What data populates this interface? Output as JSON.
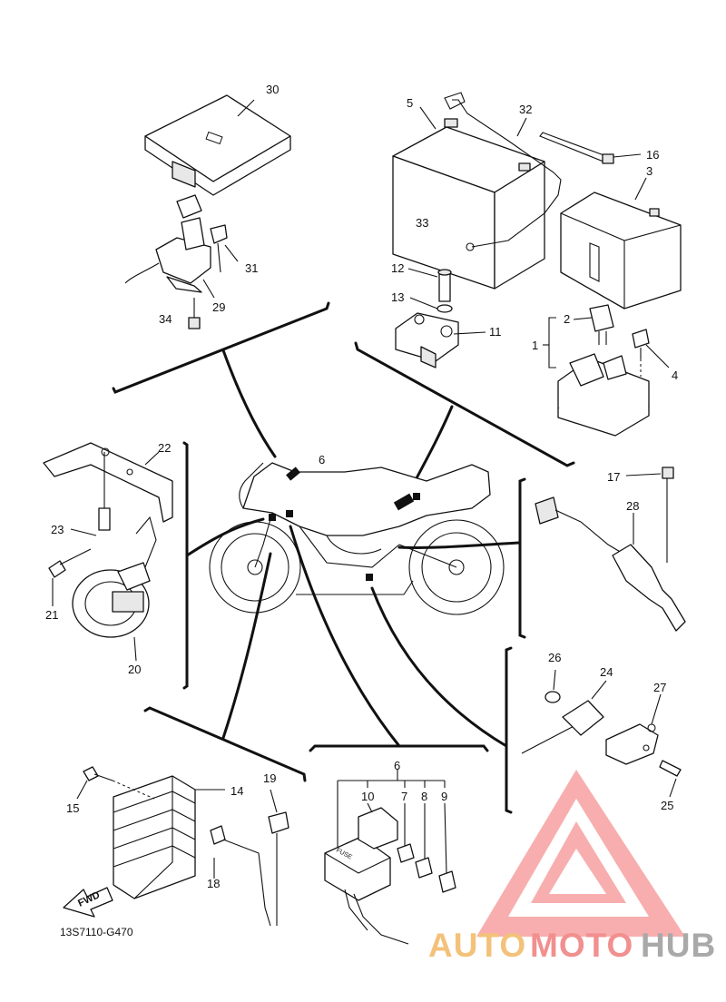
{
  "diagram_code": "13S7110-G470",
  "fwd_label": "FWD",
  "fuse_label": "FUSE",
  "watermark": {
    "part1": "AUTO",
    "part2": "MOTO",
    "part3": "HUB",
    "color1": "#f3c27a",
    "color2": "#f28f8f",
    "color3": "#a9a9a9"
  },
  "callouts": {
    "c1": "1",
    "c2": "2",
    "c3": "3",
    "c4": "4",
    "c5": "5",
    "c6a": "6",
    "c6b": "6",
    "c7": "7",
    "c8": "8",
    "c9": "9",
    "c10": "10",
    "c11": "11",
    "c12": "12",
    "c13": "13",
    "c14": "14",
    "c15": "15",
    "c16": "16",
    "c17": "17",
    "c18": "18",
    "c19": "19",
    "c20": "20",
    "c21": "21",
    "c22": "22",
    "c23": "23",
    "c24": "24",
    "c25": "25",
    "c26": "26",
    "c27": "27",
    "c28": "28",
    "c29": "29",
    "c30": "30",
    "c31": "31",
    "c32": "32",
    "c33": "33",
    "c34": "34"
  }
}
